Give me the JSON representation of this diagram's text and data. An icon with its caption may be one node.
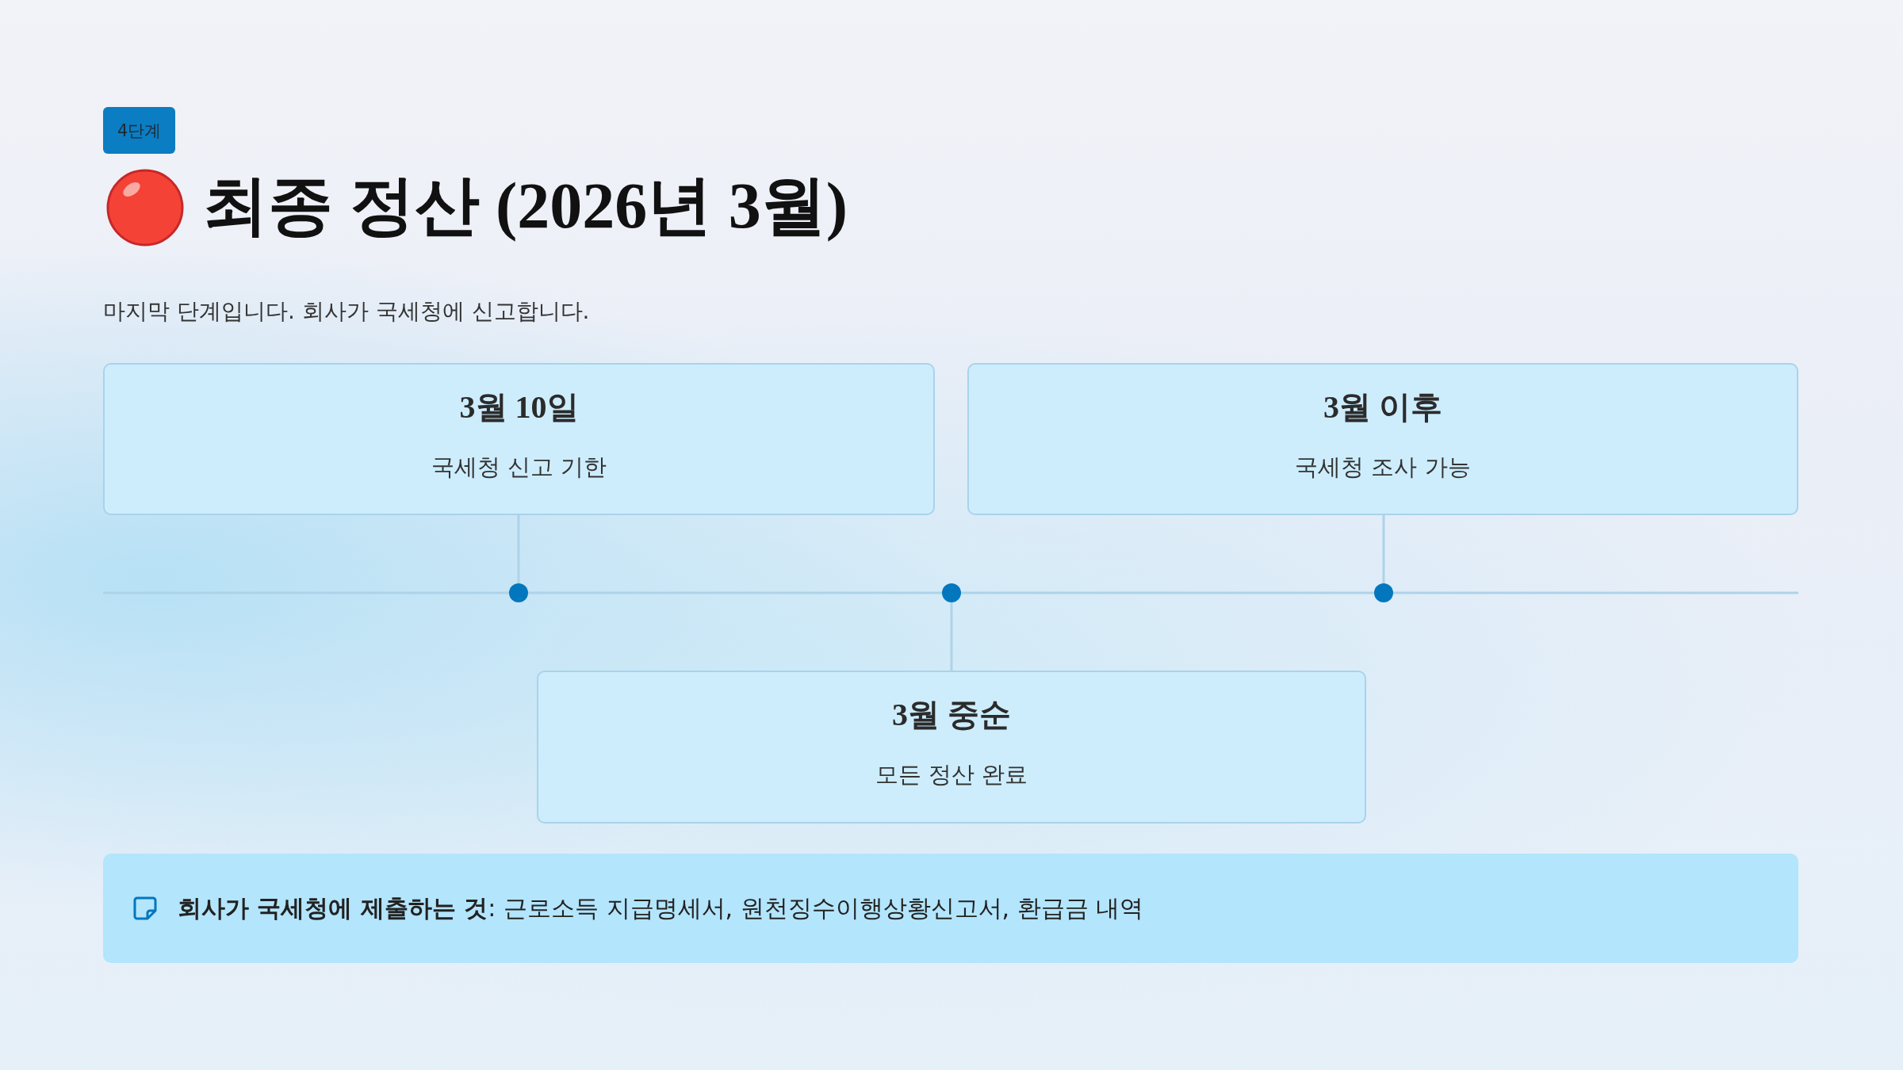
{
  "diagram": {
    "title": "최종 정산 (2026년 3월)",
    "nodes": [
      {
        "text": [
          "4단계"
        ]
      },
      {
        "text": [
          "3월 10일",
          "국세청 신고 기한"
        ]
      },
      {
        "text": [
          "3월 이후",
          "국세청 조사 가능"
        ]
      },
      {
        "text": [],
        "shape": "circle"
      },
      {
        "text": [],
        "shape": "circle"
      },
      {
        "text": [],
        "shape": "circle"
      },
      {
        "text": [
          "3월 중순",
          "모든 정산 완료"
        ]
      },
      {
        "text": [
          "**회사가 국세청에 제출하는 것**: 근로소득 지급명세서, 원천징수이행상황신고서, 환급금 내역"
        ]
      }
    ],
    "edges": [
      {
        "from": 1,
        "to": 3,
        "arrow": "none"
      },
      {
        "from": 4,
        "to": 6,
        "arrow": "none"
      },
      {
        "from": 2,
        "to": 5,
        "arrow": "none"
      }
    ],
    "labels": [
      "마지막 단계입니다. 회사가 국세청에 신고합니다."
    ]
  }
}
